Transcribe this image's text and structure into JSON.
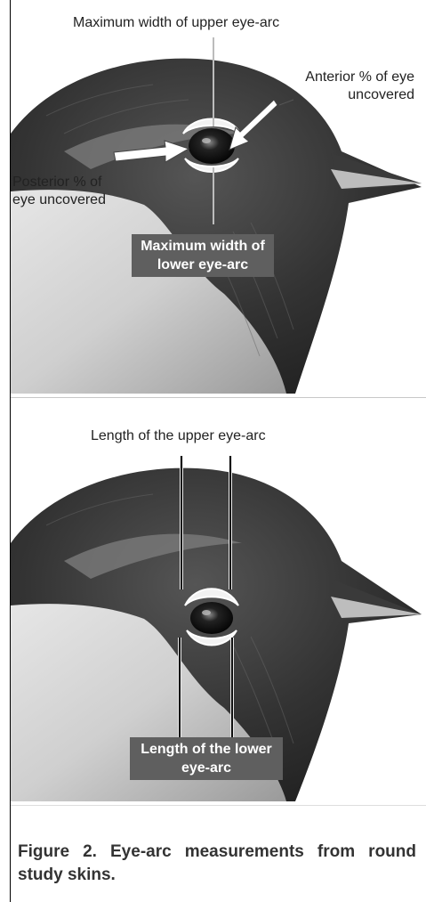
{
  "figure": {
    "top_panel": {
      "label_top": "Maximum width of upper eye-arc",
      "label_anterior": "Anterior % of eye uncovered",
      "label_posterior": "Posterior % of eye uncovered",
      "label_lower": "Maximum width of lower eye-arc"
    },
    "bottom_panel": {
      "label_top": "Length of the upper eye-arc",
      "label_lower": "Length of the lower eye-arc"
    },
    "caption": "Figure 2. Eye-arc measurements from round study skins."
  }
}
